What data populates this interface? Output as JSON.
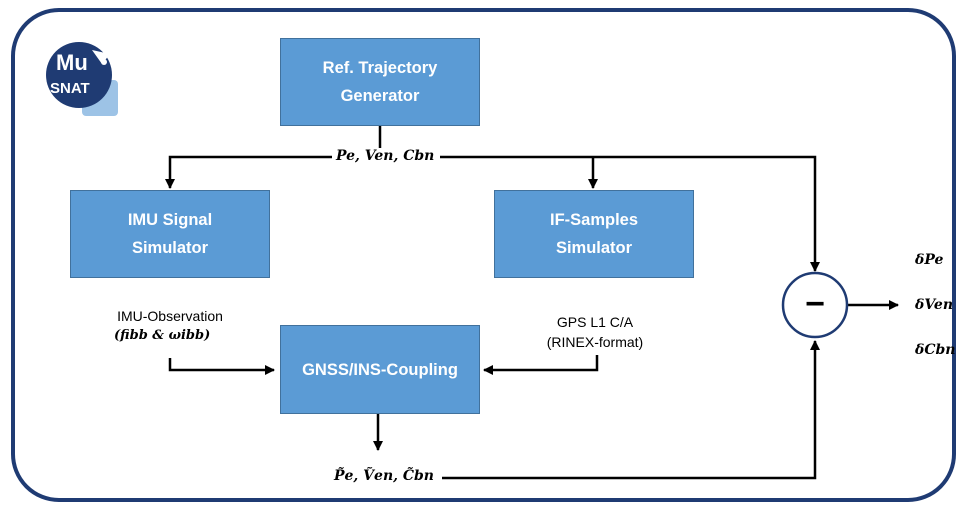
{
  "logo": {
    "line1": "Mu",
    "line2": "SNAT"
  },
  "boxes": {
    "ref": "Ref. Trajectory\nGenerator",
    "imu": "IMU Signal\nSimulator",
    "if": "IF-Samples\nSimulator",
    "coupling": "GNSS/INS-Coupling"
  },
  "labels": {
    "imu_obs": "IMU-Observation",
    "gps": "GPS L1 C/A\n(RINEX-format)"
  },
  "math": {
    "ref_output": "Pe, Ven, Cbn",
    "est_output": "P̃e, Ṽen, C̃bn",
    "imu_terms": "(fibb & ωibb)",
    "errors": [
      "δPe",
      "δVen",
      "δCbn"
    ],
    "operator": "−"
  },
  "colors": {
    "box_fill": "#5b9bd5",
    "frame": "#1f3b73",
    "line": "#000000"
  }
}
